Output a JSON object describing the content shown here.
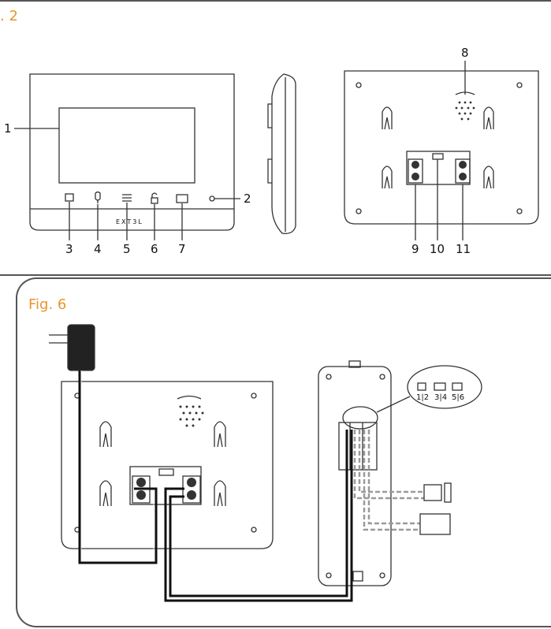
{
  "top_figure": {
    "label": ". 2",
    "brand": "EXT3L",
    "callouts": [
      "1",
      "2",
      "3",
      "4",
      "5",
      "6",
      "7",
      "8",
      "9",
      "10",
      "11"
    ]
  },
  "bottom_figure": {
    "label": "Fig. 6",
    "terminal_groups": [
      "1|2",
      "3|4",
      "5|6"
    ]
  },
  "colors": {
    "accent": "#e8952c",
    "line": "#333333",
    "wire_gray": "#9a9a9a"
  }
}
